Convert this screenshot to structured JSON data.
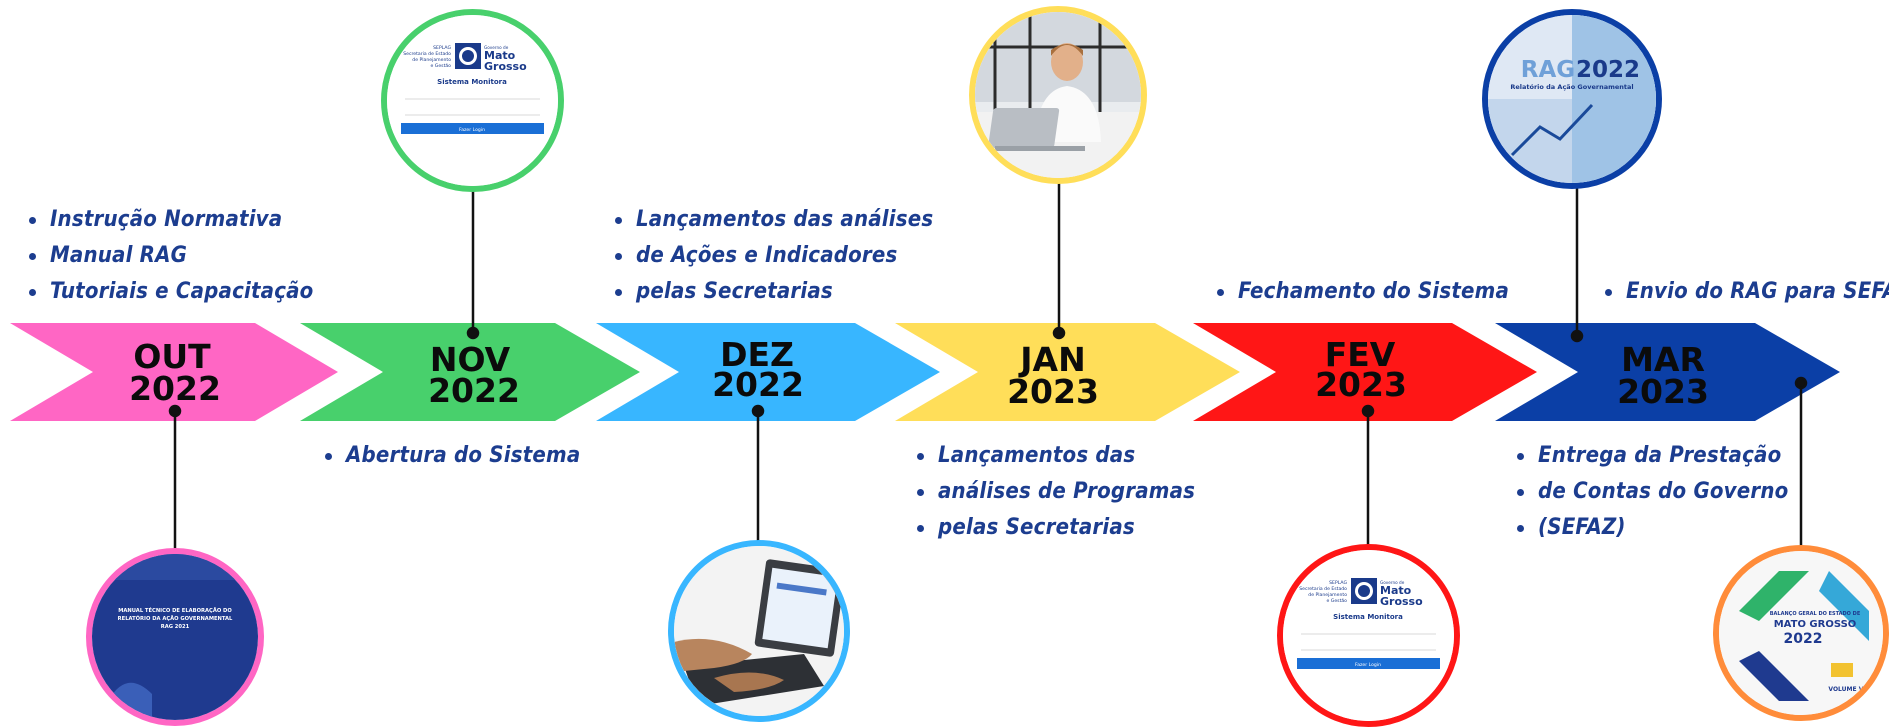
{
  "stages": [
    {
      "month": "OUT",
      "year": "2022",
      "color": "#ff66c4"
    },
    {
      "month": "NOV",
      "year": "2022",
      "color": "#48d06c"
    },
    {
      "month": "DEZ",
      "year": "2022",
      "color": "#38b6ff"
    },
    {
      "month": "JAN",
      "year": "2023",
      "color": "#ffde59"
    },
    {
      "month": "FEV",
      "year": "2023",
      "color": "#ff1616"
    },
    {
      "month": "MAR",
      "year": "2023",
      "color": "#0b3fa6"
    }
  ],
  "notes": {
    "out": [
      "Instrução Normativa",
      "Manual RAG",
      "Tutoriais e Capacitação"
    ],
    "nov": [
      "Abertura do Sistema"
    ],
    "dez": [
      "Lançamentos das análises",
      "de Ações e Indicadores",
      "pelas Secretarias"
    ],
    "jan": [
      "Lançamentos das",
      "análises de Programas",
      "pelas Secretarias"
    ],
    "fev": [
      "Fechamento do Sistema"
    ],
    "mar_top": [
      "Envio do RAG para SEFAZ"
    ],
    "mar_bottom": [
      "Entrega da Prestação",
      "de Contas do Governo",
      "(SEFAZ)"
    ]
  },
  "images": {
    "nov_login": {
      "org_lines": [
        "SEPLAG",
        "Secretaria de Estado",
        "de Planejamento",
        "e Gestão"
      ],
      "gov_label": "Governo de",
      "state_line1": "Mato",
      "state_line2": "Grosso",
      "title": "Sistema Monitora",
      "button": "Fazer Login"
    },
    "fev_login": {
      "org_lines": [
        "SEPLAG",
        "Secretaria de Estado",
        "de Planejamento",
        "e Gestão"
      ],
      "gov_label": "Governo de",
      "state_line1": "Mato",
      "state_line2": "Grosso",
      "title": "Sistema Monitora",
      "button": "Fazer Login"
    },
    "out_manual": {
      "line1": "MANUAL TÉCNICO DE ELABORAÇÃO DO",
      "line2": "RELATÓRIO DA AÇÃO GOVERNAMENTAL",
      "line3": "RAG 2021"
    },
    "mar_rag": {
      "title_a": "RAG",
      "title_b": "2022",
      "subtitle": "Relatório da Ação Governamental"
    },
    "mar_balanco": {
      "header": "BALANÇO GERAL DO ESTADO DE",
      "state": "MATO GROSSO",
      "year": "2022",
      "volume": "VOLUME VI"
    }
  }
}
